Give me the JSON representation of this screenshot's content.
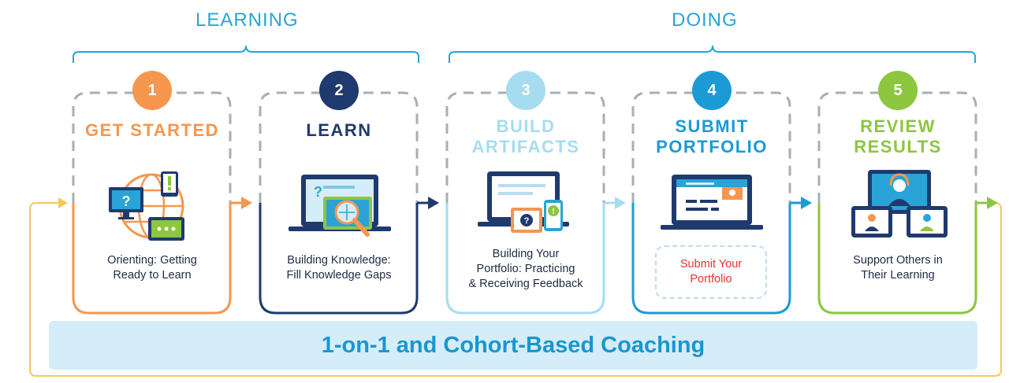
{
  "phases": [
    {
      "label": "LEARNING"
    },
    {
      "label": "DOING"
    }
  ],
  "steps": [
    {
      "number": "1",
      "title": [
        "GET STARTED"
      ],
      "desc": [
        "Orienting: Getting",
        "Ready to Learn"
      ],
      "color": "#f5974e"
    },
    {
      "number": "2",
      "title": [
        "LEARN"
      ],
      "desc": [
        "Building Knowledge:",
        "Fill Knowledge Gaps"
      ],
      "color": "#1f3a6e"
    },
    {
      "number": "3",
      "title": [
        "BUILD",
        "ARTIFACTS"
      ],
      "desc": [
        "Building Your",
        "Portfolio: Practicing",
        "& Receiving Feedback"
      ],
      "color": "#a6dcef"
    },
    {
      "number": "4",
      "title": [
        "SUBMIT",
        "PORTFOLIO"
      ],
      "desc": [
        "Submit Your",
        "Portfolio"
      ],
      "color": "#1b9ad6"
    },
    {
      "number": "5",
      "title": [
        "REVIEW",
        "RESULTS"
      ],
      "desc": [
        "Support Others in",
        "Their Learning"
      ],
      "color": "#8dc63f"
    }
  ],
  "coaching": {
    "label": "1-on-1 and Cohort-Based Coaching"
  },
  "colors": {
    "phase_blue": "#2aa3d6",
    "dashed_gray": "#a7b0b0",
    "submit_red": "#e8322c",
    "bar_fill": "#d5edf9",
    "loop_line": "#f6c75a"
  },
  "icons": [
    "globe-devices-icon",
    "laptop-magnifier-icon",
    "laptop-feedback-icon",
    "laptop-portfolio-icon",
    "video-coaching-icon"
  ]
}
